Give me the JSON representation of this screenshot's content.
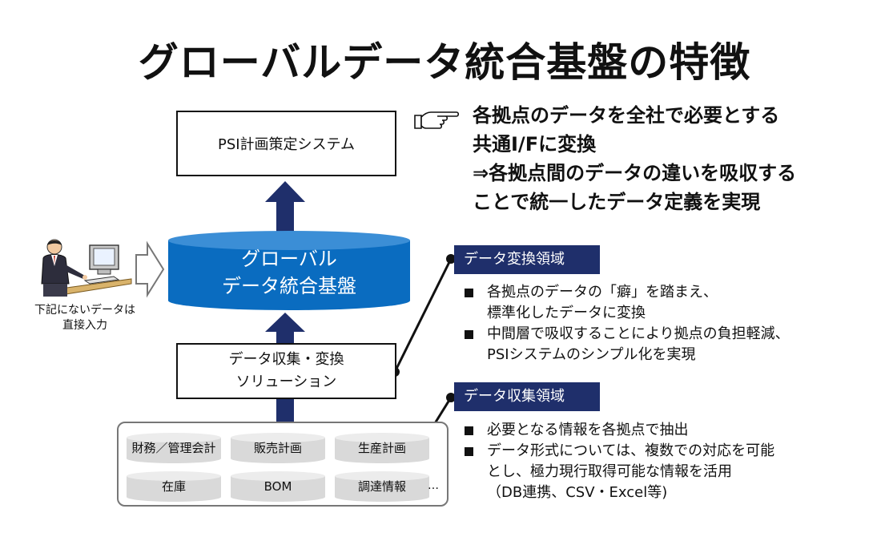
{
  "title": "グローバルデータ統合基盤の特徴",
  "psi_box": "PSI計画策定システム",
  "database": {
    "line1": "グローバル",
    "line2": "データ統合基盤",
    "color": "#0a6cc0"
  },
  "collection_box": {
    "line1": "データ収集・変換",
    "line2": "ソリューション"
  },
  "callout": {
    "icon": "pointing-hand-icon",
    "lines": [
      "各拠点のデータを全社で必要とする",
      "共通I/Fに変換",
      "⇒各拠点間のデータの違いを吸収する",
      "ことで統一したデータ定義を実現"
    ]
  },
  "conversion_region": {
    "label": "データ変換領域",
    "bullets": [
      [
        "各拠点のデータの「癖」を踏まえ、",
        "標準化したデータに変換"
      ],
      [
        "中間層で吸収することにより拠点の負担軽減、",
        "PSIシステムのシンプル化を実現"
      ]
    ]
  },
  "collection_region": {
    "label": "データ収集領域",
    "bullets": [
      [
        "必要となる情報を各拠点で抽出"
      ],
      [
        "データ形式については、複数での対応を可能",
        "とし、極力現行取得可能な情報を活用"
      ]
    ],
    "note": "（DB連携、CSV・Excel等)"
  },
  "sources": [
    "財務／管理会計",
    "販売計画",
    "生産計画",
    "在庫",
    "BOM",
    "調達情報"
  ],
  "sources_more": "…",
  "person": {
    "icon": "person-at-computer-icon",
    "caption_line1": "下記にないデータは",
    "caption_line2": "直接入力"
  },
  "colors": {
    "arrow": "#1f2f6b",
    "label_bg": "#1f2f6b",
    "database": "#0a6cc0"
  }
}
